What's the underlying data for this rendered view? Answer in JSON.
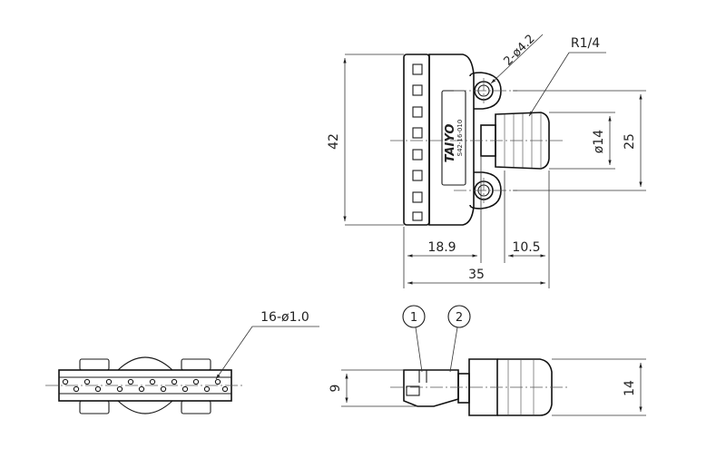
{
  "dimensions": {
    "height_top": "42",
    "width_left": "18.9",
    "width_right": "10.5",
    "width_total": "35",
    "hole": "2-ø4.2",
    "thread": "R1/4",
    "dia_fitting": "ø14",
    "hole_pitch": "25",
    "pins": "16-ø1.0",
    "height_side_left": "9",
    "height_side_right": "14"
  },
  "brand": {
    "logo_text": "TAIYO",
    "model": "S42-16-010"
  },
  "balloons": [
    "1",
    "2"
  ]
}
